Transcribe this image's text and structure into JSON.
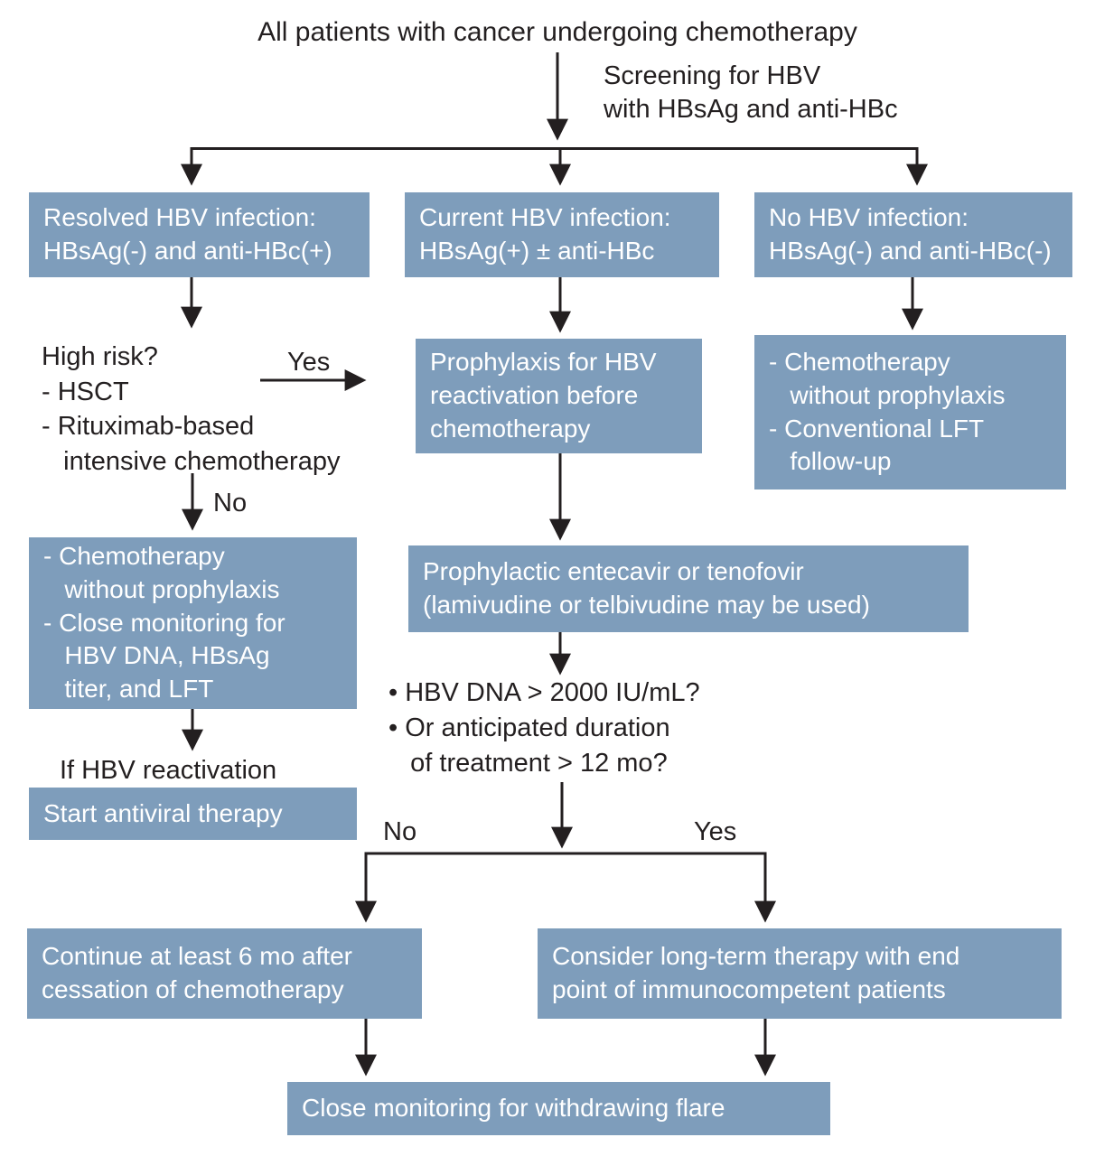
{
  "diagram": {
    "title": "All patients with cancer undergoing chemotherapy",
    "screening_label": "Screening for HBV\nwith HBsAg and anti-HBc",
    "colors": {
      "box_fill": "#7e9dbb",
      "box_text": "#ffffff",
      "line": "#231f20"
    },
    "nodes": {
      "resolved": "Resolved HBV infection:\nHBsAg(-) and anti-HBc(+)",
      "current": "Current HBV infection:\nHBsAg(+) ± anti-HBc",
      "no_infection": "No HBV infection:\nHBsAg(-) and anti-HBc(-)",
      "prophylaxis": "Prophylaxis for HBV\nreactivation before\nchemotherapy",
      "chemo_lft": "- Chemotherapy\n   without prophylaxis\n- Conventional LFT\n   follow-up",
      "chemo_monitor": "- Chemotherapy\n   without prophylaxis\n- Close monitoring for\n   HBV DNA, HBsAg\n   titer, and LFT",
      "entecavir": "Prophylactic entecavir or tenofovir\n(lamivudine or telbivudine may be used)",
      "start_antiviral": "Start antiviral therapy",
      "continue_6mo": "Continue at least 6 mo after\ncessation of chemotherapy",
      "long_term": "Consider long-term therapy with end\npoint of immunocompetent patients",
      "flare": "Close monitoring for withdrawing flare"
    },
    "labels": {
      "high_risk": "High risk?\n- HSCT\n- Rituximab-based\n   intensive chemotherapy",
      "yes_1": "Yes",
      "no_1": "No",
      "if_reactivation": "If HBV reactivation",
      "dna_question": "• HBV DNA > 2000 IU/mL?\n• Or anticipated duration\n   of treatment > 12 mo?",
      "no_2": "No",
      "yes_2": "Yes"
    }
  }
}
